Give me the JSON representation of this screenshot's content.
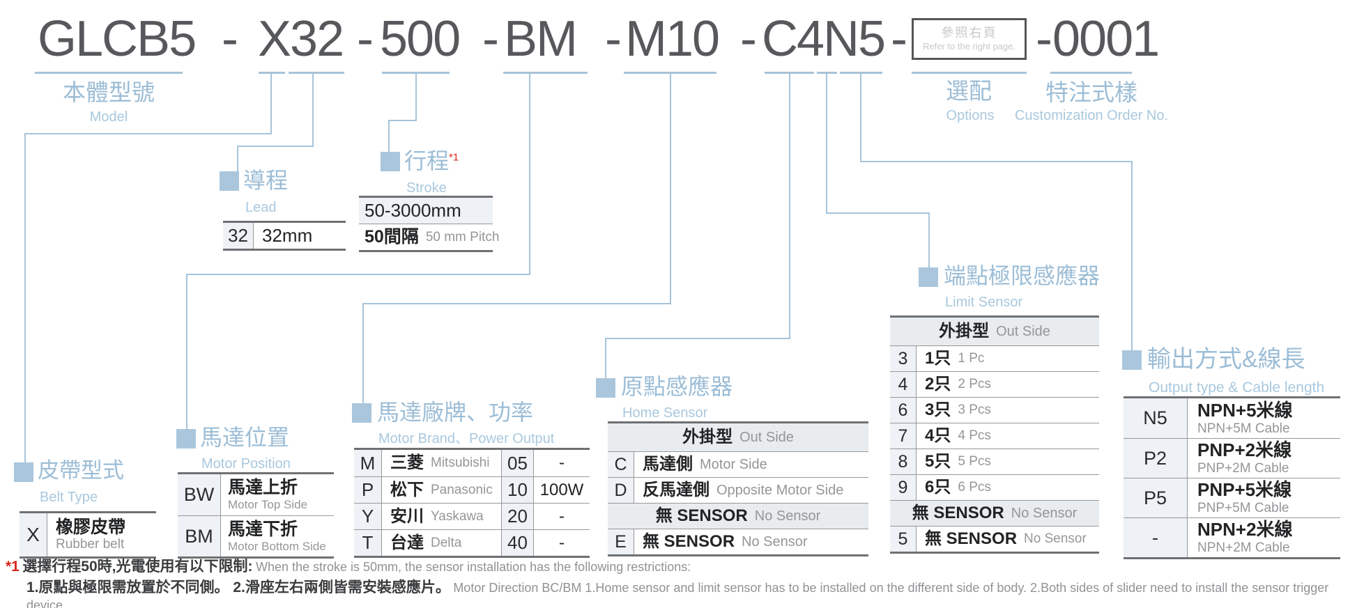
{
  "colors": {
    "accent_blue_line": "#a6c3d9",
    "accent_blue_text": "#9cbdd6",
    "code_text": "#57585b",
    "dark_text": "#222325",
    "gray_text": "#949699",
    "code_cell_bg": "#eef1f5",
    "group_header_bg": "#e8ecef",
    "note_red": "#d9251d"
  },
  "model_code": {
    "separator": "-",
    "seg_model": "GLCB5",
    "seg_belt_lead": "X32",
    "seg_stroke": "500",
    "seg_motor_pos": "BM",
    "seg_motor_brand": "M10",
    "seg_sensors": "C4N5",
    "seg_serial": "0001",
    "options_box": {
      "line1": "參照右頁",
      "line2": "Refer to the right page."
    },
    "labels": {
      "model_zh": "本體型號",
      "model_en": "Model",
      "options_zh": "選配",
      "options_en": "Options",
      "custom_zh": "特注式樣",
      "custom_en": "Customization Order No."
    }
  },
  "sections": {
    "belt_type": {
      "title_zh": "皮帶型式",
      "title_en": "Belt Type",
      "rows": [
        {
          "code": "X",
          "zh": "橡膠皮帶",
          "en": "Rubber belt"
        }
      ]
    },
    "lead": {
      "title_zh": "導程",
      "title_en": "Lead",
      "rows": [
        {
          "code": "32",
          "value": "32mm"
        }
      ]
    },
    "stroke": {
      "title_zh": "行程",
      "note_ref": "*1",
      "title_en": "Stroke",
      "range": "50-3000mm",
      "pitch_zh": "50間隔",
      "pitch_en": "50 mm Pitch"
    },
    "motor_position": {
      "title_zh": "馬達位置",
      "title_en": "Motor Position",
      "rows": [
        {
          "code": "BW",
          "zh": "馬達上折",
          "en": "Motor Top Side"
        },
        {
          "code": "BM",
          "zh": "馬達下折",
          "en": "Motor Bottom Side"
        }
      ]
    },
    "motor_brand": {
      "title_zh": "馬達廠牌、功率",
      "title_en": "Motor Brand、Power Output",
      "rows": [
        {
          "code": "M",
          "zh": "三菱",
          "en": "Mitsubishi",
          "pcode": "05",
          "power": "-"
        },
        {
          "code": "P",
          "zh": "松下",
          "en": "Panasonic",
          "pcode": "10",
          "power": "100W"
        },
        {
          "code": "Y",
          "zh": "安川",
          "en": "Yaskawa",
          "pcode": "20",
          "power": "-"
        },
        {
          "code": "T",
          "zh": "台達",
          "en": "Delta",
          "pcode": "40",
          "power": "-"
        }
      ]
    },
    "home_sensor": {
      "title_zh": "原點感應器",
      "title_en": "Home Sensor",
      "group1_zh": "外掛型",
      "group1_en": "Out Side",
      "rows": [
        {
          "code": "C",
          "zh": "馬達側",
          "en": "Motor Side"
        },
        {
          "code": "D",
          "zh": "反馬達側",
          "en": "Opposite Motor Side"
        }
      ],
      "group2_zh": "無 SENSOR",
      "group2_en": "No Sensor",
      "rows2": [
        {
          "code": "E",
          "zh": "無 SENSOR",
          "en": "No Sensor"
        }
      ]
    },
    "limit_sensor": {
      "title_zh": "端點極限感應器",
      "title_en": "Limit Sensor",
      "group1_zh": "外掛型",
      "group1_en": "Out Side",
      "rows": [
        {
          "code": "3",
          "zh": "1只",
          "en": "1 Pc"
        },
        {
          "code": "4",
          "zh": "2只",
          "en": "2 Pcs"
        },
        {
          "code": "6",
          "zh": "3只",
          "en": "3 Pcs"
        },
        {
          "code": "7",
          "zh": "4只",
          "en": "4 Pcs"
        },
        {
          "code": "8",
          "zh": "5只",
          "en": "5 Pcs"
        },
        {
          "code": "9",
          "zh": "6只",
          "en": "6 Pcs"
        }
      ],
      "group2_zh": "無 SENSOR",
      "group2_en": "No Sensor",
      "rows2": [
        {
          "code": "5",
          "zh": "無 SENSOR",
          "en": "No Sensor"
        }
      ]
    },
    "output": {
      "title_zh": "輸出方式&線長",
      "title_en": "Output type & Cable length",
      "rows": [
        {
          "code": "N5",
          "zh": "NPN+5米線",
          "en": "NPN+5M Cable"
        },
        {
          "code": "P2",
          "zh": "PNP+2米線",
          "en": "PNP+2M Cable"
        },
        {
          "code": "P5",
          "zh": "PNP+5米線",
          "en": "PNP+5M Cable"
        },
        {
          "code": "-",
          "zh": "NPN+2米線",
          "en": "NPN+2M Cable"
        }
      ]
    }
  },
  "footnote": {
    "ref": "*1",
    "line1_zh": "選擇行程50時,光電使用有以下限制:",
    "line1_en": "When the stroke is 50mm, the sensor installation has  the following restrictions:",
    "line2_zh": "1.原點與極限需放置於不同側。 2.滑座左右兩側皆需安裝感應片。",
    "line2_en": "Motor Direction BC/BM 1.Home sensor and limit sensor has to be installed on the different side of body.  2.Both sides of slider need to install the sensor trigger device."
  }
}
